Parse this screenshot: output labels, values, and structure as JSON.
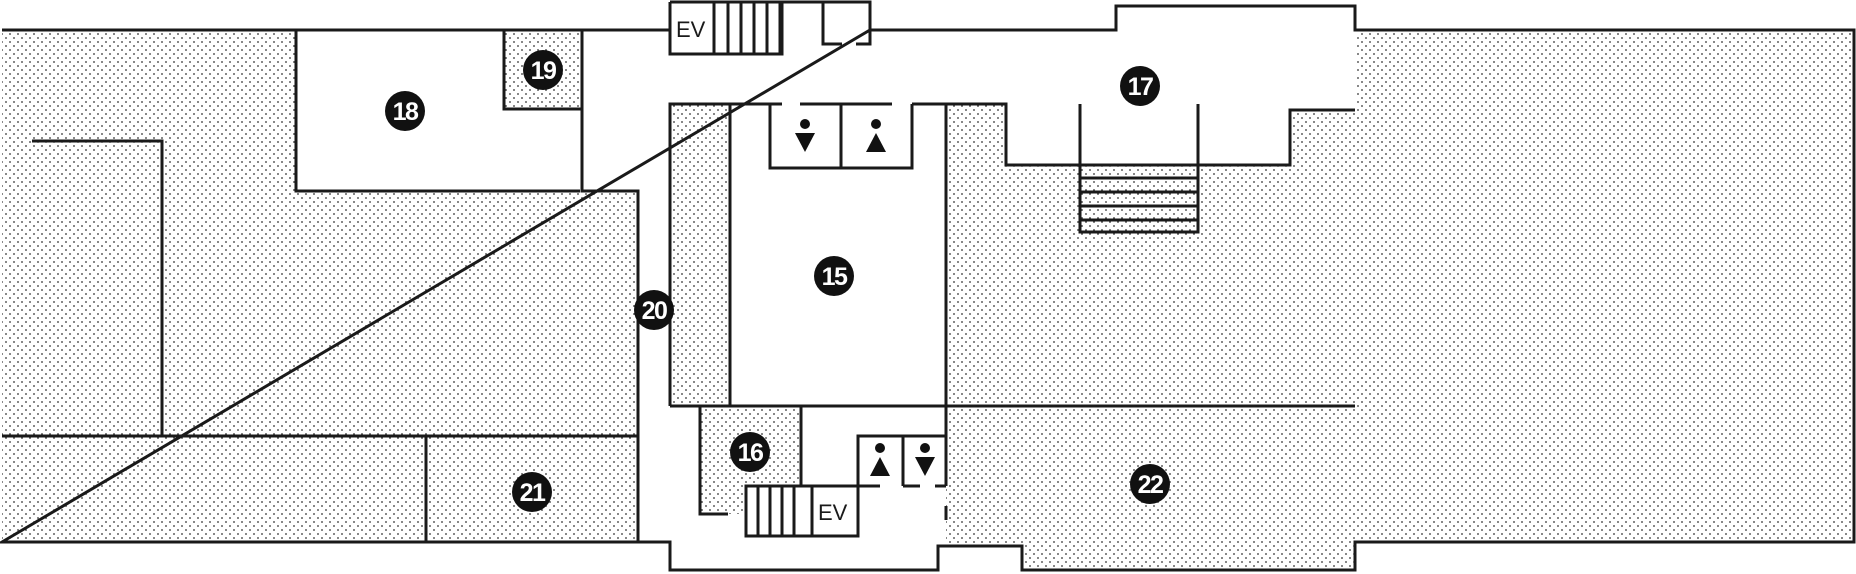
{
  "floor_plan": {
    "rooms": [
      {
        "id": "15",
        "label": "15"
      },
      {
        "id": "16",
        "label": "16"
      },
      {
        "id": "17",
        "label": "17"
      },
      {
        "id": "18",
        "label": "18"
      },
      {
        "id": "19",
        "label": "19"
      },
      {
        "id": "20",
        "label": "20"
      },
      {
        "id": "21",
        "label": "21"
      },
      {
        "id": "22",
        "label": "22"
      }
    ],
    "elevators": [
      {
        "id": "top",
        "label": "EV"
      },
      {
        "id": "bottom",
        "label": "EV"
      }
    ],
    "restroom_icons": [
      "female-restroom-icon",
      "male-restroom-icon",
      "male-restroom-icon",
      "female-restroom-icon"
    ],
    "colors": {
      "wall": "#1a1a1a",
      "marker": "#111111",
      "dot_pattern": "#333333",
      "background": "#ffffff"
    }
  }
}
